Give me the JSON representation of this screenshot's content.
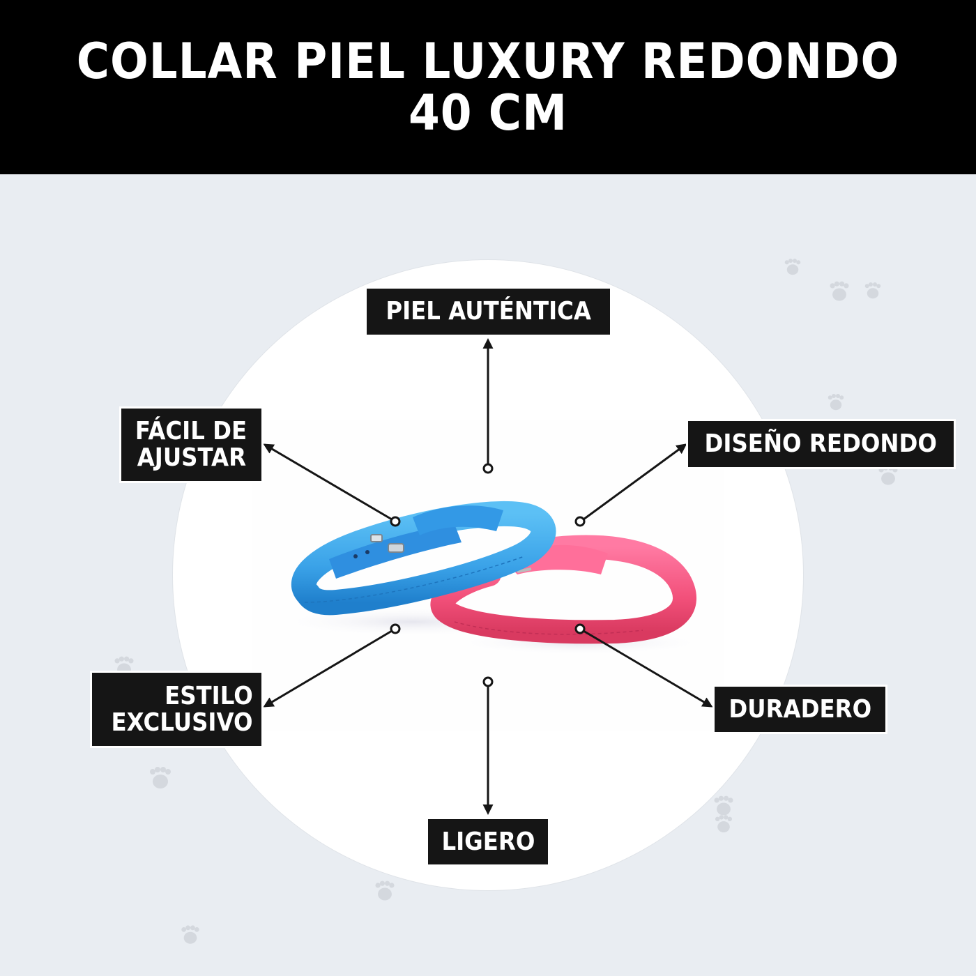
{
  "header": {
    "title_line1": "COLLAR PIEL LUXURY REDONDO",
    "title_line2": "40 CM"
  },
  "colors": {
    "header_bg": "#000000",
    "page_bg": "#e9edf2",
    "circle_bg": "#ffffff",
    "label_bg": "#151515",
    "label_text": "#ffffff",
    "paw": "#d4d8de",
    "collar_blue": "#3ba3e6",
    "collar_pink": "#f0507a"
  },
  "product": {
    "image_name": "blue and pink round leather collars",
    "items": [
      "blue-collar",
      "pink-collar"
    ]
  },
  "features": [
    {
      "id": "piel-autentica",
      "lines": [
        "PIEL AUTÉNTICA"
      ]
    },
    {
      "id": "facil-de-ajustar",
      "lines": [
        "FÁCIL DE",
        "AJUSTAR"
      ]
    },
    {
      "id": "diseno-redondo",
      "lines": [
        "DISEÑO REDONDO"
      ]
    },
    {
      "id": "estilo-exclusivo",
      "lines": [
        "ESTILO",
        "EXCLUSIVO"
      ]
    },
    {
      "id": "duradero",
      "lines": [
        "DURADERO"
      ]
    },
    {
      "id": "ligero",
      "lines": [
        "LIGERO"
      ]
    }
  ],
  "decorations": {
    "icon": "paw-print-icon",
    "count": 11
  }
}
